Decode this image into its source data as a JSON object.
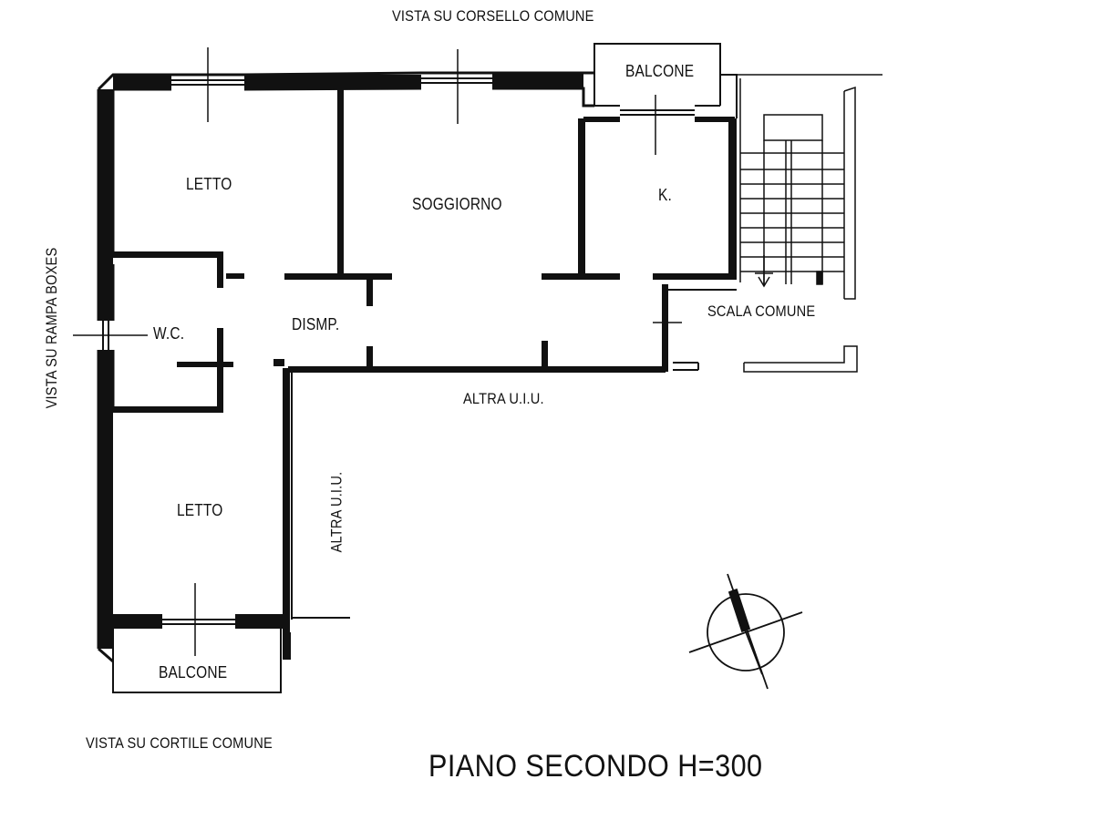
{
  "drawing": {
    "ink_color": "#111111",
    "paper_color": "#ffffff",
    "title": "PIANO SECONDO H=300"
  },
  "views": {
    "top": "VISTA SU CORSELLO COMUNE",
    "left": "VISTA SU RAMPA BOXES",
    "bottom": "VISTA SU CORTILE COMUNE"
  },
  "rooms": {
    "letto_top": "LETTO",
    "soggiorno": "SOGGIORNO",
    "kitchen": "K.",
    "wc": "W.C.",
    "disimpegno": "DISMP.",
    "letto_bottom": "LETTO",
    "balcone_top": "BALCONE",
    "balcone_bottom": "BALCONE"
  },
  "neighbors": {
    "scala": "SCALA COMUNE",
    "altra_horizontal": "ALTRA U.I.U.",
    "altra_vertical": "ALTRA U.I.U."
  },
  "icons": {
    "compass": "north-arrow-icon"
  }
}
